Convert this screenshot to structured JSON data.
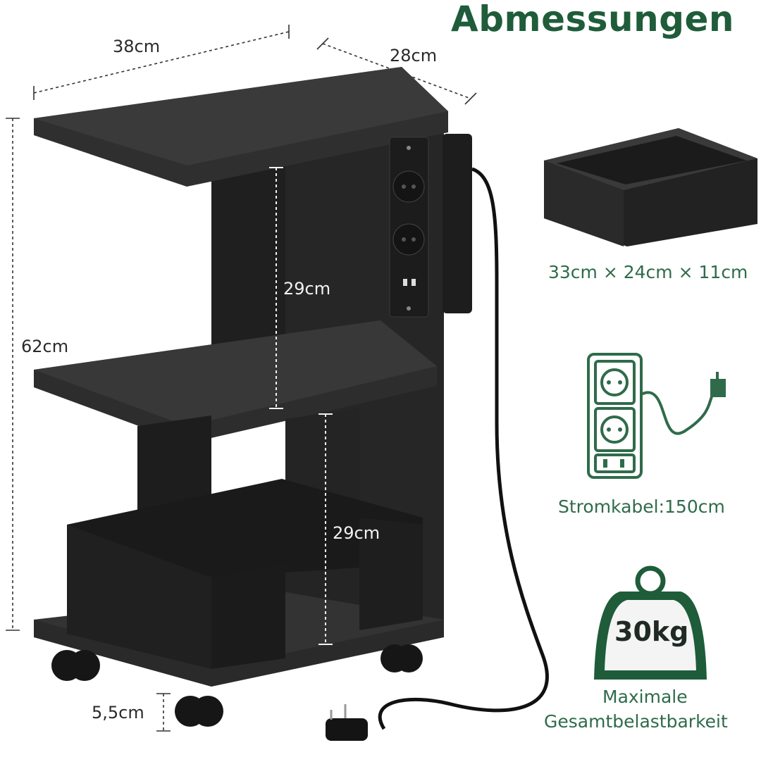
{
  "title": "Abmessungen",
  "dimensions": {
    "width": "38cm",
    "depth": "28cm",
    "height": "62cm",
    "upper_gap": "29cm",
    "lower_gap": "29cm",
    "wheel_height": "5,5cm"
  },
  "box": {
    "size": "33cm × 24cm × 11cm"
  },
  "cable": {
    "label": "Stromkabel:150cm"
  },
  "load": {
    "weight": "30kg",
    "caption_line1": "Maximale",
    "caption_line2": "Gesamtbelastbarkeit"
  },
  "colors": {
    "brand_green": "#1f5c3a",
    "text_green": "#2f6b4a",
    "furniture": "#2b2b2b"
  }
}
